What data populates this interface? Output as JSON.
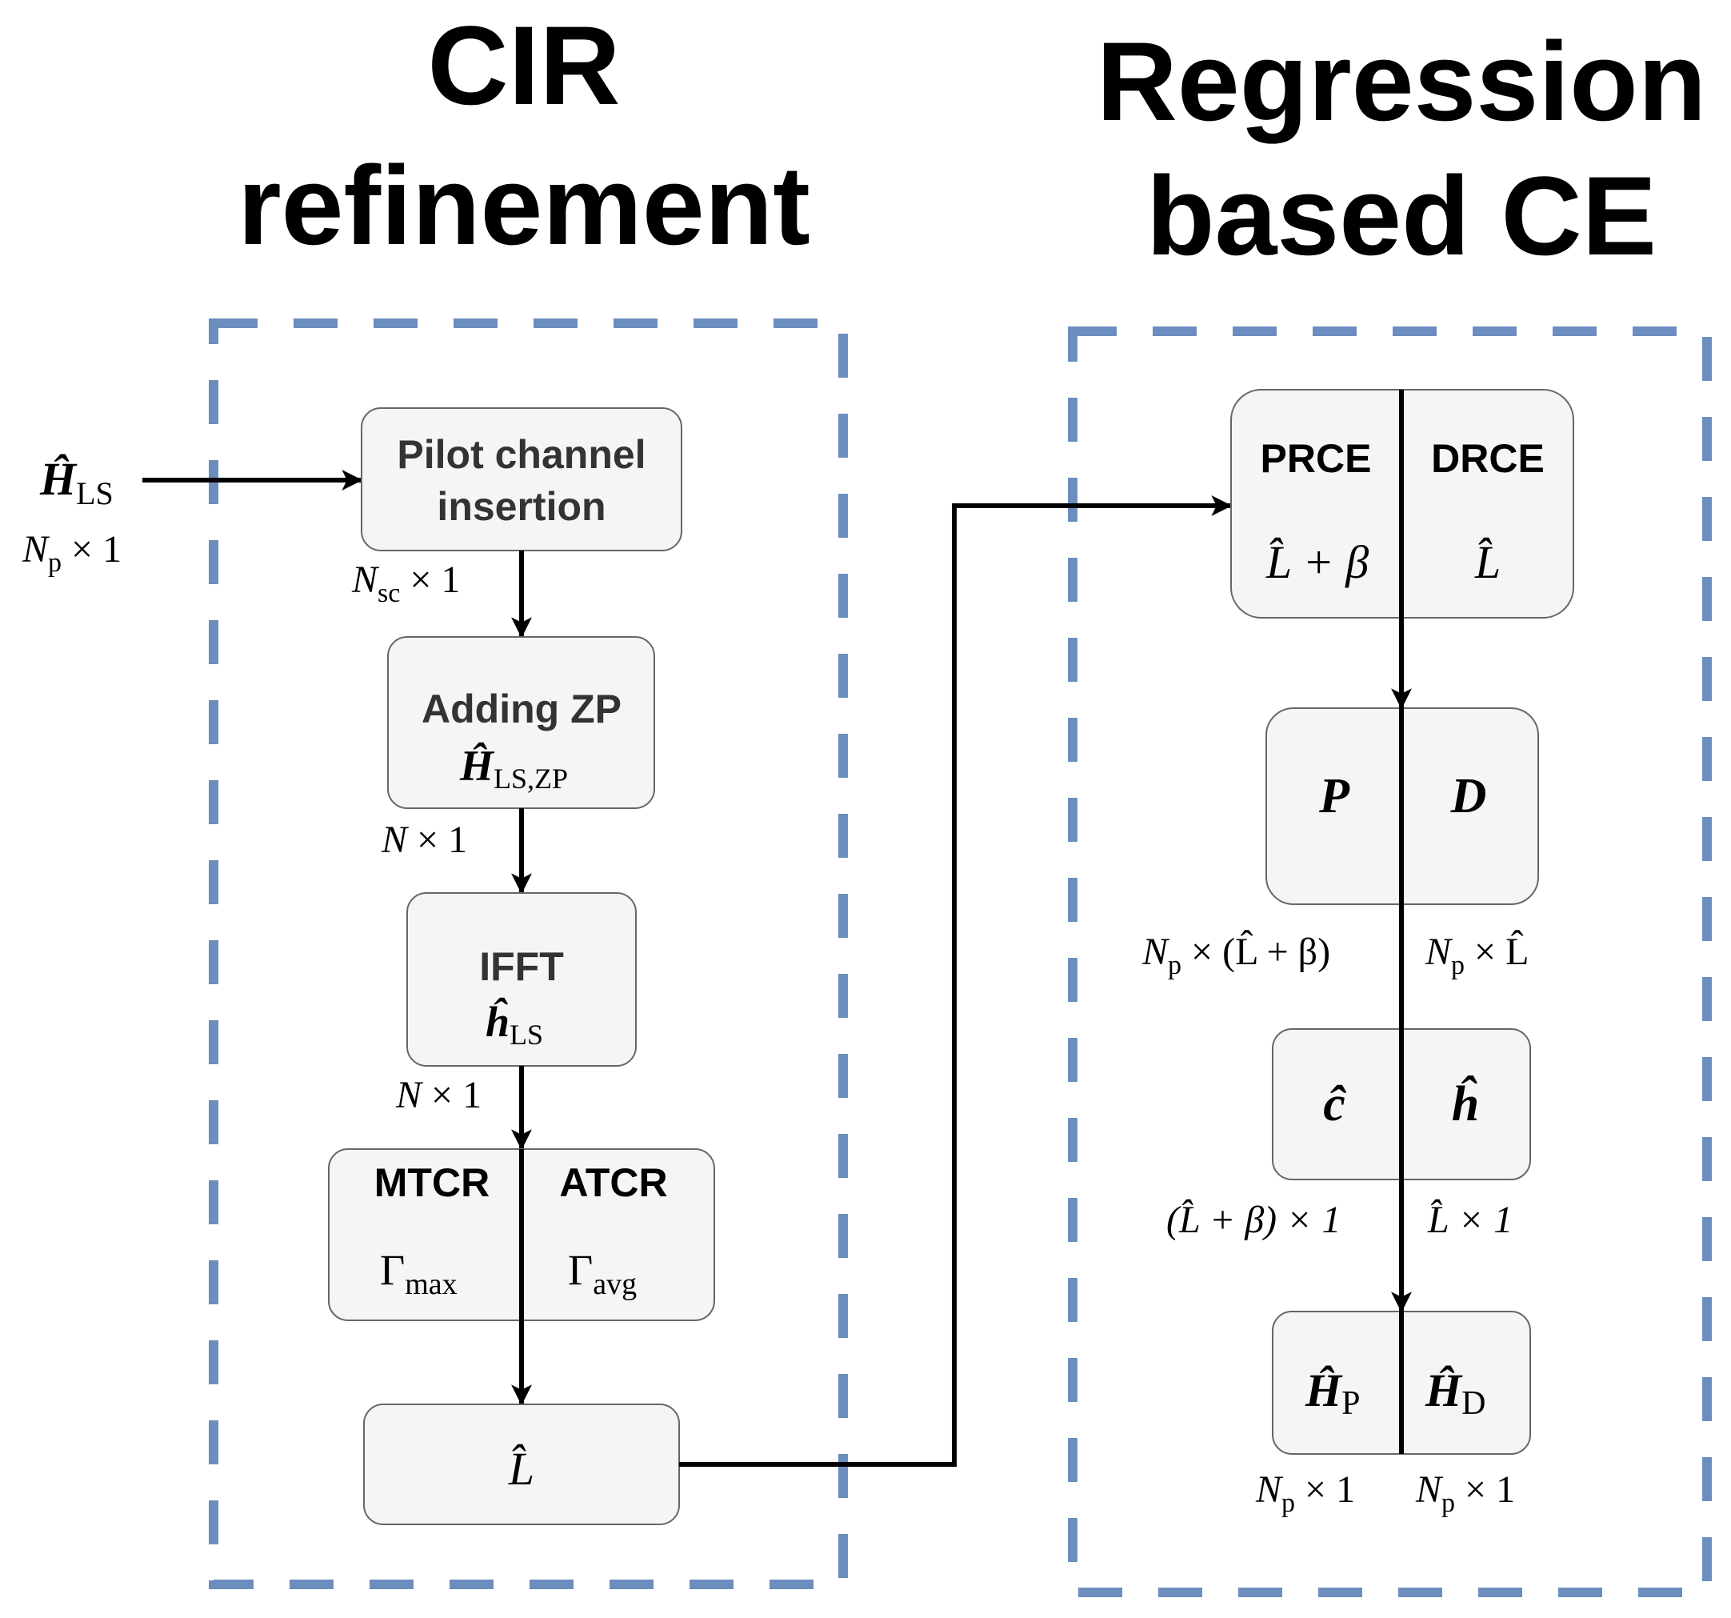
{
  "titles": {
    "left_line1": "CIR",
    "left_line2": "refinement",
    "right_line1": "Regression",
    "right_line2": "based CE"
  },
  "input": {
    "symbol": "Ĥ",
    "subscript": "LS",
    "dim_sym": "N",
    "dim_sub": "p",
    "dim_rest": " × 1"
  },
  "left_blocks": {
    "pilot": {
      "line1": "Pilot channel",
      "line2": "insertion"
    },
    "pilot_out": {
      "sym": "N",
      "sub": "sc",
      "rest": " × 1"
    },
    "zp": {
      "label": "Adding ZP",
      "sym": "Ĥ",
      "sub": "LS,ZP"
    },
    "zp_out": {
      "sym": "N",
      "rest": " × 1"
    },
    "ifft": {
      "label": "IFFT",
      "sym": "ĥ",
      "sub": "LS"
    },
    "ifft_out": {
      "sym": "N",
      "rest": " × 1"
    },
    "mtcr": {
      "label": "MTCR",
      "sym": "Γ",
      "sub": "max"
    },
    "atcr": {
      "label": "ATCR",
      "sym": "Γ",
      "sub": "avg"
    },
    "lhat": {
      "sym": "L̂"
    }
  },
  "right_blocks": {
    "prce": {
      "label": "PRCE",
      "math": "L̂ + β"
    },
    "drce": {
      "label": "DRCE",
      "math": "L̂"
    },
    "p": {
      "sym": "P"
    },
    "d": {
      "sym": "D"
    },
    "p_dim": {
      "sym": "N",
      "sub": "p",
      "rest": " × (L̂ + β)"
    },
    "d_dim": {
      "sym": "N",
      "sub": "p",
      "rest": " × L̂"
    },
    "c": {
      "sym": "ĉ"
    },
    "h": {
      "sym": "ĥ"
    },
    "c_dim": {
      "text": "(L̂ + β) × 1"
    },
    "h_dim": {
      "text": "L̂ × 1"
    },
    "hp": {
      "sym": "Ĥ",
      "sub": "P"
    },
    "hd": {
      "sym": "Ĥ",
      "sub": "D"
    },
    "hp_dim": {
      "sym": "N",
      "sub": "p",
      "rest": " × 1"
    },
    "hd_dim": {
      "sym": "N",
      "sub": "p",
      "rest": " × 1"
    }
  },
  "colors": {
    "dash_border": "#6c8ebf",
    "box_fill": "#f5f5f5",
    "box_stroke": "#666666"
  }
}
